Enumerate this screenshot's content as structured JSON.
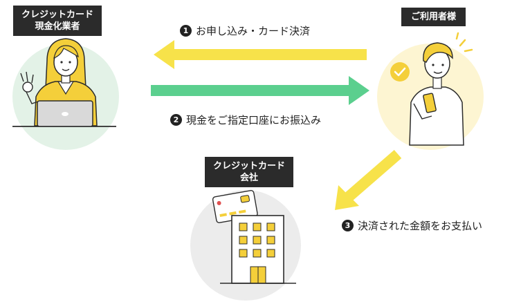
{
  "colors": {
    "yellow": "#f7e24a",
    "green": "#5bcf8e",
    "dark": "#2b2b2b",
    "merchant_circle": "#e3f2e7",
    "user_circle": "#fdf5d2",
    "company_circle": "#ececec"
  },
  "nodes": {
    "merchant": {
      "label": "クレジットカード\n現金化業者"
    },
    "user": {
      "label": "ご利用者様"
    },
    "company": {
      "label": "クレジットカード\n会社"
    }
  },
  "steps": [
    {
      "number": "1",
      "text": "お申し込み・カード決済"
    },
    {
      "number": "2",
      "text": "現金をご指定口座にお振込み"
    },
    {
      "number": "3",
      "text": "決済された金額をお支払い"
    }
  ],
  "icons": {
    "merchant": "woman-laptop-ok-gesture-icon",
    "user": "man-smartphone-check-icon",
    "company": "building-credit-card-icon"
  }
}
